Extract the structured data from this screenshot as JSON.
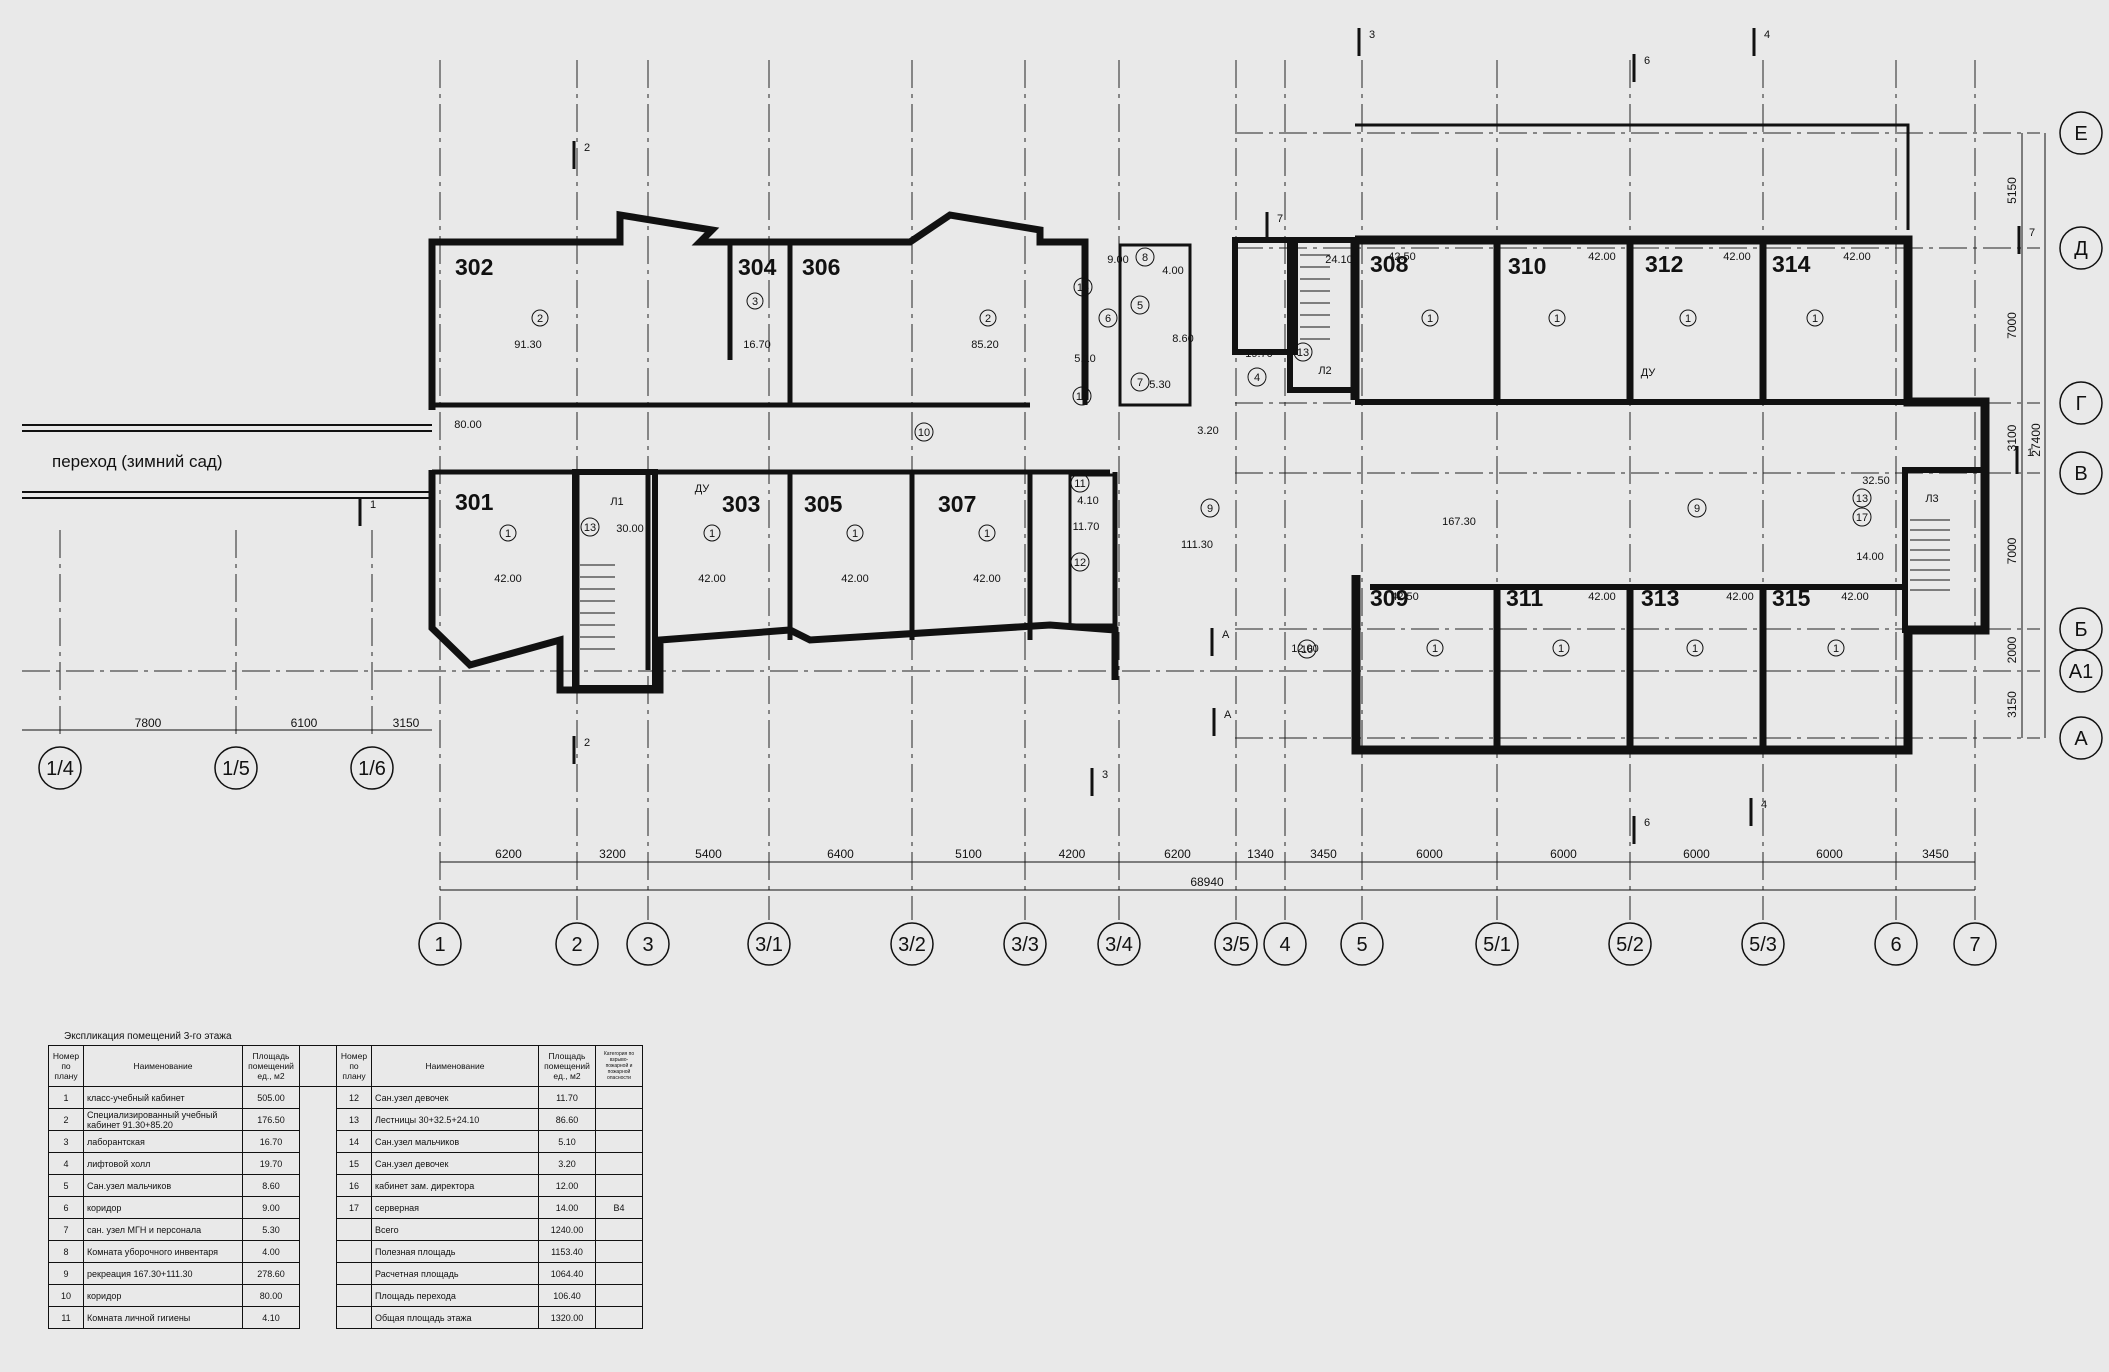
{
  "crossing_label": "переход (зимний сад)",
  "rooms_north": [
    {
      "num": "302",
      "cat": "2",
      "area": "91.30"
    },
    {
      "num": "304",
      "cat": "3",
      "area": "16.70"
    },
    {
      "num": "306",
      "cat": "2",
      "area": "85.20"
    },
    {
      "num": "308",
      "cat": "1",
      "area": "42.50"
    },
    {
      "num": "310",
      "cat": "1",
      "area": "42.00"
    },
    {
      "num": "312",
      "cat": "1",
      "area": "42.00"
    },
    {
      "num": "314",
      "cat": "1",
      "area": "42.00"
    }
  ],
  "rooms_south": [
    {
      "num": "301",
      "cat": "1",
      "area": "42.00"
    },
    {
      "num": "303",
      "cat": "1",
      "area": "42.00"
    },
    {
      "num": "305",
      "cat": "1",
      "area": "42.00"
    },
    {
      "num": "307",
      "cat": "1",
      "area": "42.00"
    },
    {
      "num": "309",
      "cat": "1",
      "area": "42.50"
    },
    {
      "num": "311",
      "cat": "1",
      "area": "42.00"
    },
    {
      "num": "313",
      "cat": "1",
      "area": "42.00"
    },
    {
      "num": "315",
      "cat": "1",
      "area": "42.00"
    }
  ],
  "misc_areas": [
    "80.00",
    "30.00",
    "111.30",
    "167.30",
    "12.00",
    "14.00",
    "32.50",
    "11.70",
    "4.10",
    "19.70",
    "8.60",
    "5.30",
    "4.00",
    "9.00",
    "5.10",
    "3.20",
    "24.10",
    "7.800"
  ],
  "misc_circles": [
    "10",
    "9",
    "9",
    "13",
    "13",
    "13",
    "11",
    "12",
    "16",
    "17",
    "4",
    "8",
    "5",
    "6",
    "7",
    "14",
    "15"
  ],
  "stair_tags": [
    "Л1",
    "Л2",
    "Л3",
    "ДУ",
    "ДУ"
  ],
  "axes_numeric": [
    "1",
    "2",
    "3",
    "3/1",
    "3/2",
    "3/3",
    "3/4",
    "3/5",
    "4",
    "5",
    "5/1",
    "5/2",
    "5/3",
    "6",
    "7"
  ],
  "axes_bottom_dims": [
    "6200",
    "3200",
    "5400",
    "6400",
    "5100",
    "4200",
    "6200",
    "1340",
    "3450",
    "6000",
    "6000",
    "6000",
    "6000",
    "3450"
  ],
  "overall_dim": "68940",
  "axes_left": [
    "1/4",
    "1/5",
    "1/6"
  ],
  "axes_left_dims": [
    "7800",
    "6100",
    "3150"
  ],
  "axes_letter": [
    "Е",
    "Д",
    "Г",
    "В",
    "Б",
    "А1",
    "А"
  ],
  "axes_right_dims": [
    "5150",
    "7000",
    "3100",
    "7000",
    "2000",
    "3150"
  ],
  "overall_right_dim": "27400",
  "section_marks": [
    "2",
    "2",
    "3",
    "3",
    "4",
    "4",
    "6",
    "6",
    "7",
    "7",
    "1",
    "1",
    "А",
    "А"
  ],
  "explication": {
    "title": "Экспликация помещений 3-го этажа",
    "headers": {
      "num": "Номер по плану",
      "name": "Наименование",
      "area": "Площадь помещений ед., м2",
      "extra": "Категория по взрыво-пожарной и пожарной опасности"
    },
    "left": [
      {
        "n": "1",
        "name": "класс-учебный кабинет",
        "area": "505.00"
      },
      {
        "n": "2",
        "name": "Специализированный учебный кабинет   91.30+85.20",
        "area": "176.50"
      },
      {
        "n": "3",
        "name": "лаборантская",
        "area": "16.70"
      },
      {
        "n": "4",
        "name": "лифтовой холл",
        "area": "19.70"
      },
      {
        "n": "5",
        "name": "Сан.узел мальчиков",
        "area": "8.60"
      },
      {
        "n": "6",
        "name": "коридор",
        "area": "9.00"
      },
      {
        "n": "7",
        "name": "сан. узел МГН и персонала",
        "area": "5.30"
      },
      {
        "n": "8",
        "name": "Комната уборочного инвентаря",
        "area": "4.00"
      },
      {
        "n": "9",
        "name": "рекреация    167.30+111.30",
        "area": "278.60"
      },
      {
        "n": "10",
        "name": "коридор",
        "area": "80.00"
      },
      {
        "n": "11",
        "name": "Комната личной гигиены",
        "area": "4.10"
      }
    ],
    "right": [
      {
        "n": "12",
        "name": "Сан.узел девочек",
        "area": "11.70",
        "extra": ""
      },
      {
        "n": "13",
        "name": "Лестницы   30+32.5+24.10",
        "area": "86.60",
        "extra": ""
      },
      {
        "n": "14",
        "name": "Сан.узел мальчиков",
        "area": "5.10",
        "extra": ""
      },
      {
        "n": "15",
        "name": "Сан.узел девочек",
        "area": "3.20",
        "extra": ""
      },
      {
        "n": "16",
        "name": "кабинет зам. директора",
        "area": "12.00",
        "extra": ""
      },
      {
        "n": "17",
        "name": "серверная",
        "area": "14.00",
        "extra": "В4"
      },
      {
        "n": "",
        "name": "Всего",
        "area": "1240.00",
        "extra": ""
      },
      {
        "n": "",
        "name": "Полезная площадь",
        "area": "1153.40",
        "extra": ""
      },
      {
        "n": "",
        "name": "Расчетная площадь",
        "area": "1064.40",
        "extra": ""
      },
      {
        "n": "",
        "name": "Площадь перехода",
        "area": "106.40",
        "extra": ""
      },
      {
        "n": "",
        "name": "Общая площадь этажа",
        "area": "1320.00",
        "extra": ""
      }
    ]
  }
}
